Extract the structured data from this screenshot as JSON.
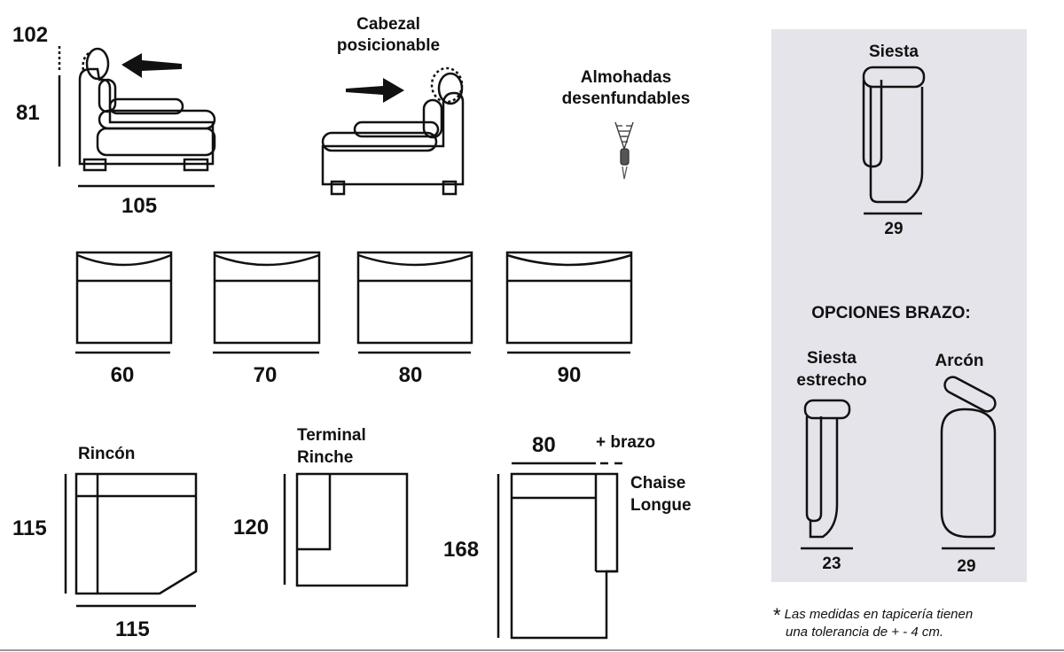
{
  "side_view": {
    "height_full": "102",
    "height_seat": "81",
    "depth": "105"
  },
  "features": {
    "headrest_line1": "Cabezal",
    "headrest_line2": "posicionable",
    "cushions_line1": "Almohadas",
    "cushions_line2": "desenfundables"
  },
  "modules": {
    "widths": [
      "60",
      "70",
      "80",
      "90"
    ]
  },
  "corner": {
    "label": "Rincón",
    "width": "115",
    "depth": "115"
  },
  "terminal": {
    "label_line1": "Terminal",
    "label_line2": "Rinche",
    "depth": "120"
  },
  "chaise": {
    "width": "80",
    "arm_note": "+ brazo",
    "label_line1": "Chaise",
    "label_line2": "Longue",
    "depth": "168"
  },
  "arm_panel": {
    "background": "#e4e4ea",
    "siesta_label": "Siesta",
    "siesta_width": "29",
    "options_title": "OPCIONES BRAZO:",
    "narrow_line1": "Siesta",
    "narrow_line2": "estrecho",
    "narrow_width": "23",
    "arcon_label": "Arcón",
    "arcon_width": "29"
  },
  "footnote": {
    "star": "*",
    "line1": "Las medidas en tapicería tienen",
    "line2": "una tolerancia de + - 4 cm."
  }
}
